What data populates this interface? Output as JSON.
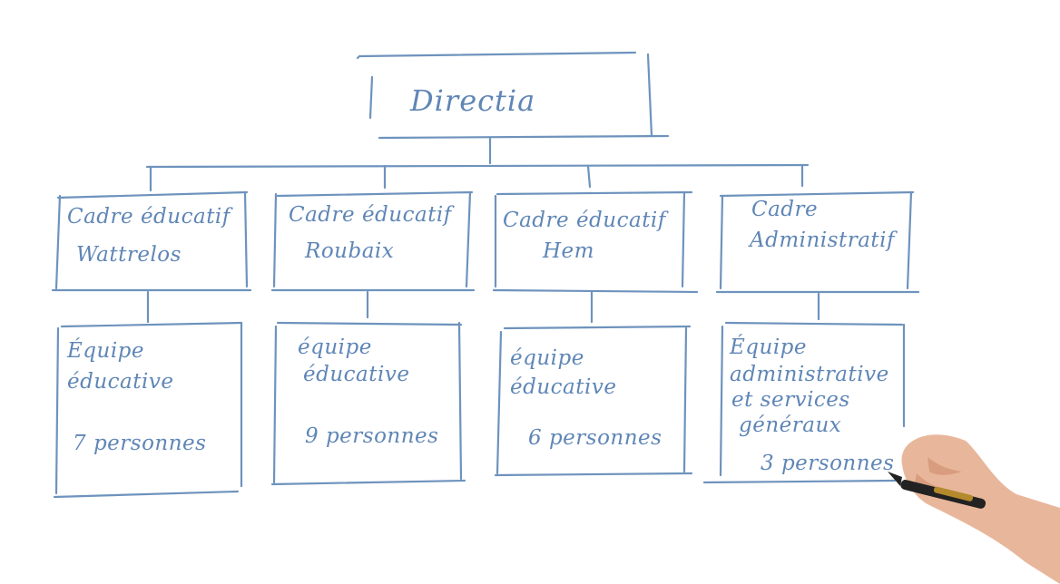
{
  "root": {
    "label": "Directia"
  },
  "managers": [
    {
      "line1": "Cadre éducatif",
      "line2": "Wattrelos"
    },
    {
      "line1": "Cadre éducatif",
      "line2": "Roubaix"
    },
    {
      "line1": "Cadre éducatif",
      "line2": "Hem"
    },
    {
      "line1": "Cadre",
      "line2": "Administratif"
    }
  ],
  "teams": [
    {
      "lines": [
        "Équipe",
        "éducative"
      ],
      "count": "7 personnes"
    },
    {
      "lines": [
        "équipe",
        "éducative"
      ],
      "count": "9 personnes"
    },
    {
      "lines": [
        "équipe",
        "éducative"
      ],
      "count": "6 personnes"
    },
    {
      "lines": [
        "Équipe",
        "administrative",
        "et services",
        "généraux"
      ],
      "count": "3 personnes"
    }
  ],
  "colors": {
    "ink": "#6e93bd",
    "background": "#ffffff"
  },
  "icons": {
    "hand": "hand-holding-pen-icon"
  }
}
